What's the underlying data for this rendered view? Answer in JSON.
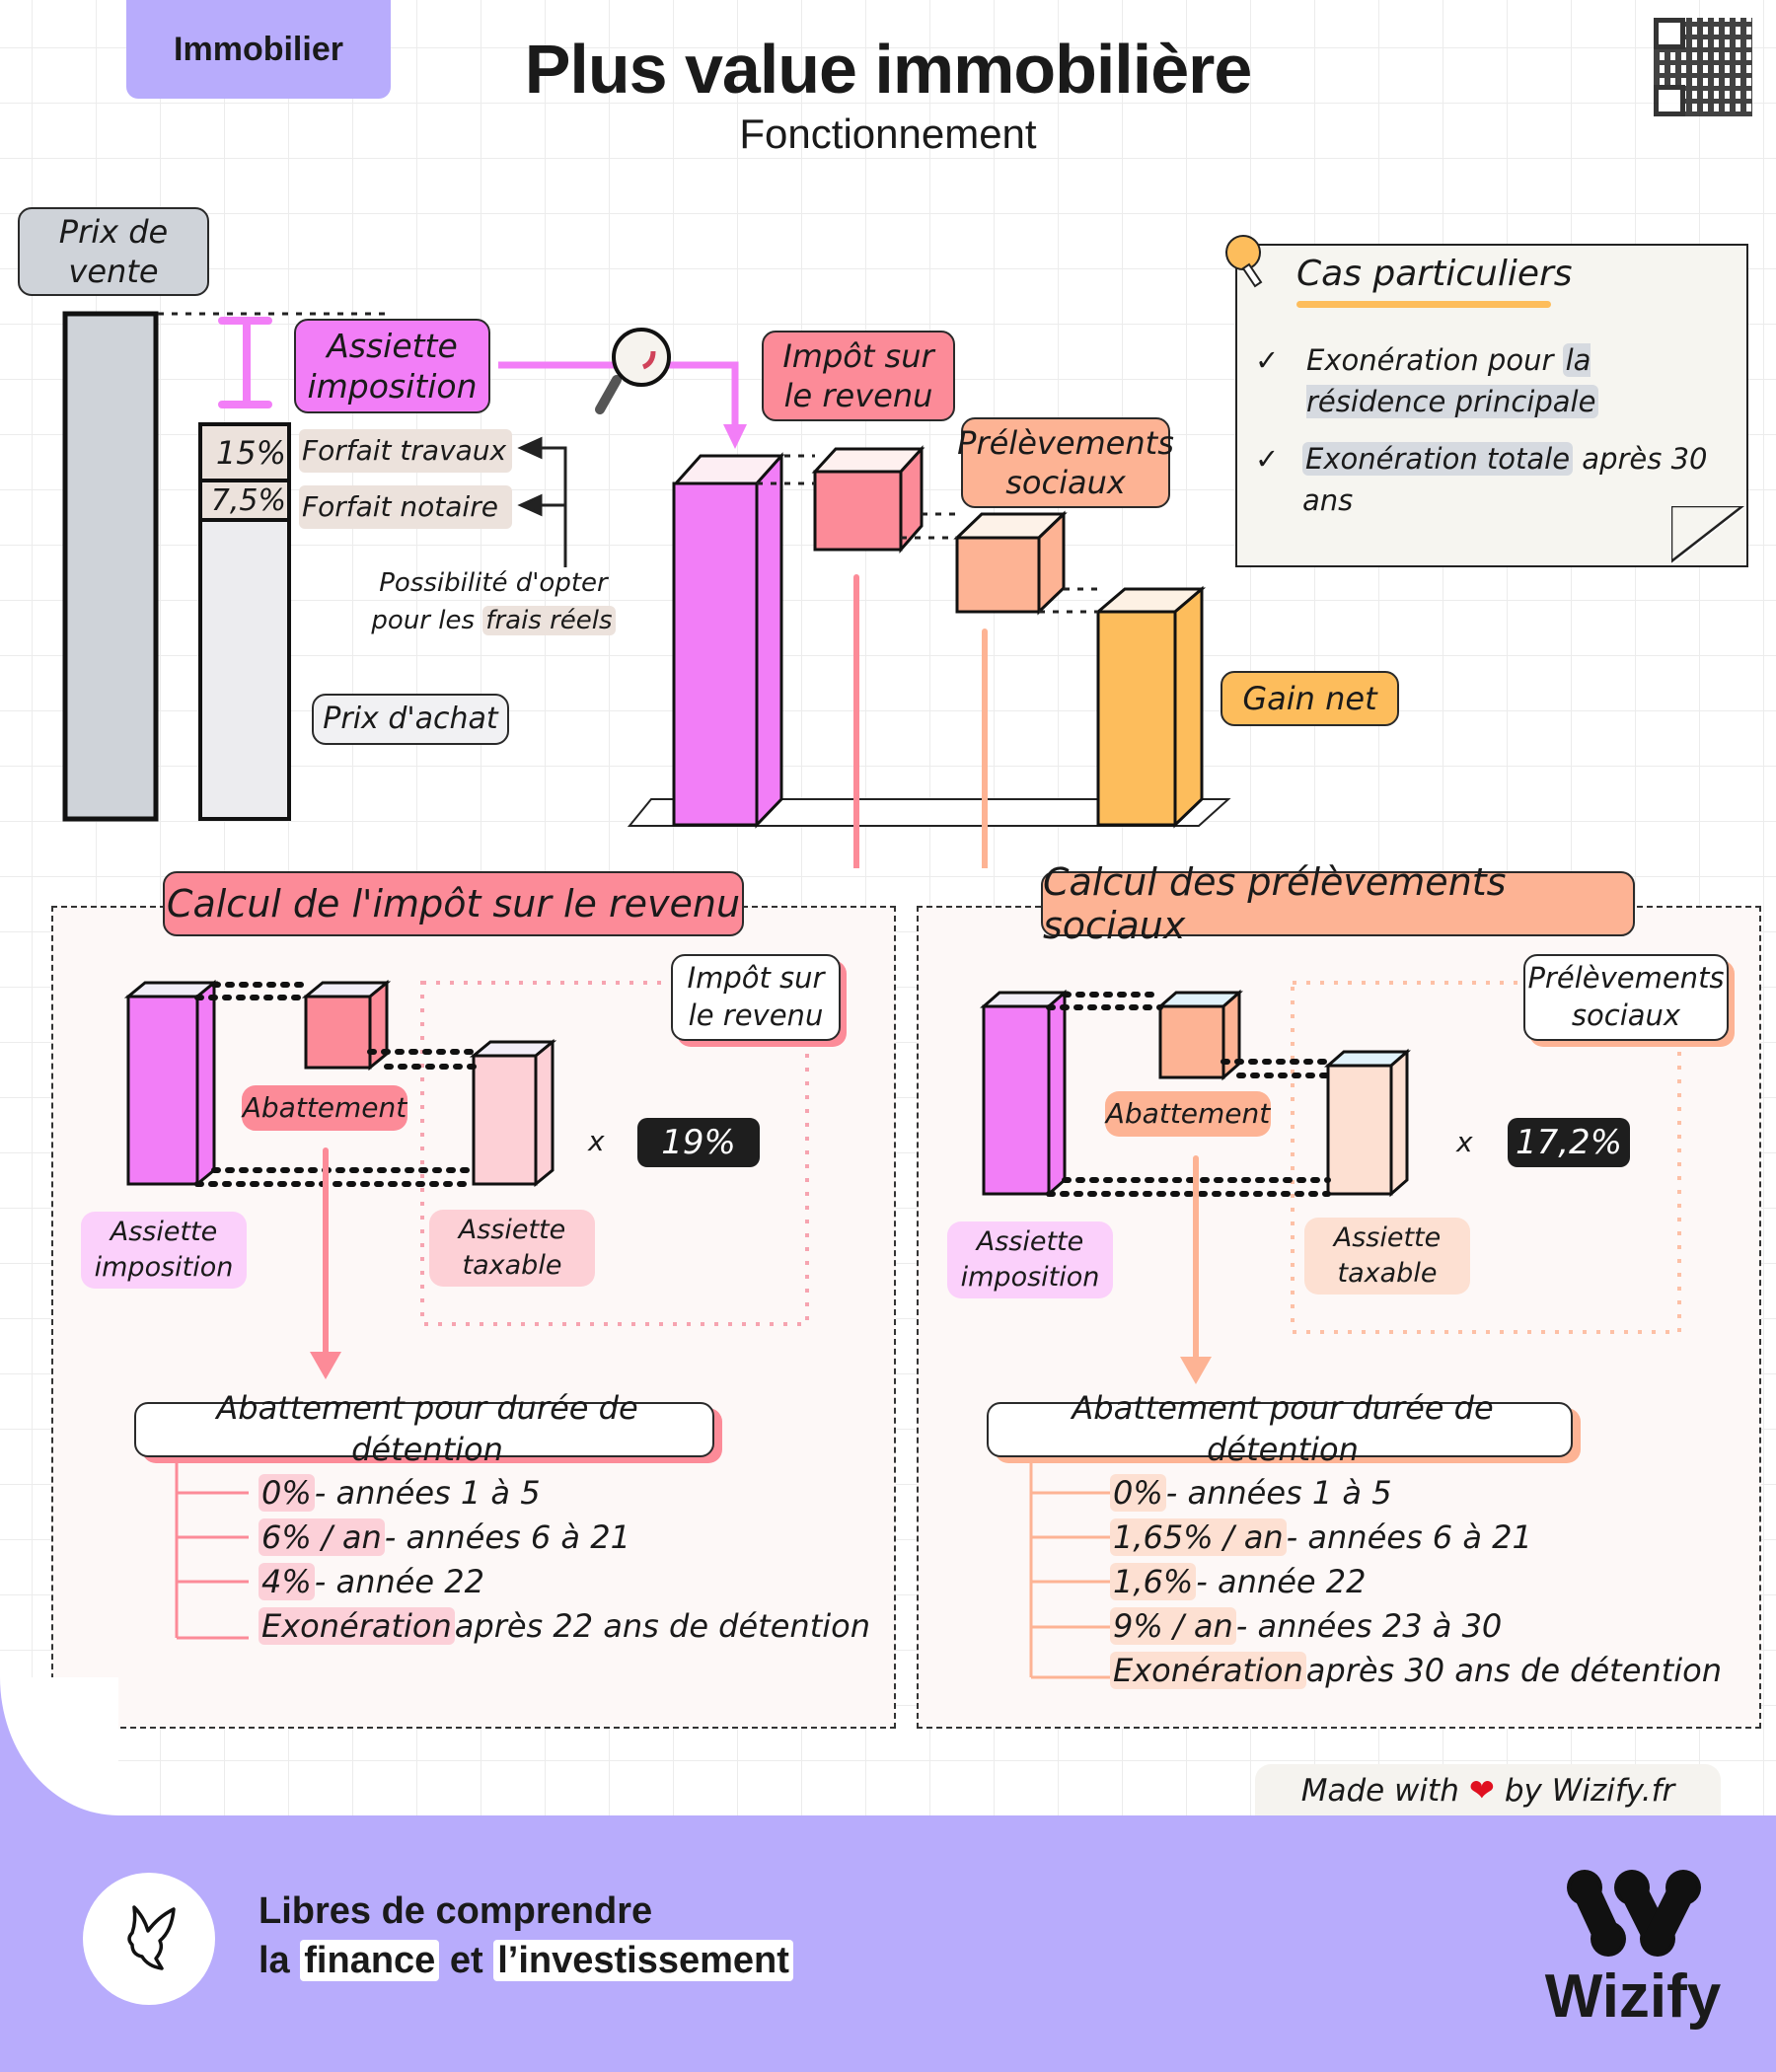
{
  "header": {
    "category": "Immobilier",
    "title": "Plus value immobilière",
    "subtitle": "Fonctionnement"
  },
  "top_diagram": {
    "prix_vente": "Prix de vente",
    "assiette_imposition": "Assiette imposition",
    "forfait_travaux_pct": "15%",
    "forfait_travaux": "Forfait travaux",
    "forfait_notaire_pct": "7,5%",
    "forfait_notaire": "Forfait notaire",
    "frais_reels_1": "Possibilité d'opter",
    "frais_reels_2": "pour les ",
    "frais_reels_3": "frais réels",
    "prix_achat": "Prix d'achat",
    "impot_revenu": "Impôt sur le revenu",
    "prelevements_sociaux": "Prélèvements sociaux",
    "gain_net": "Gain net"
  },
  "cas_particuliers": {
    "title": "Cas particuliers",
    "items": [
      {
        "pre": "Exonération pour ",
        "hl": "la résidence principale",
        "post": ""
      },
      {
        "pre": "",
        "hl": "Exonération totale",
        "post": " après 30 ans"
      }
    ]
  },
  "section_ir": {
    "title": "Calcul de l'impôt sur le revenu",
    "card": "Impôt sur le revenu",
    "abattement": "Abattement",
    "assiette_imposition": "Assiette imposition",
    "assiette_taxable": "Assiette taxable",
    "multiply": "x",
    "rate": "19%",
    "duree_title": "Abattement pour durée de détention",
    "duree_items": [
      {
        "hl": "0%",
        "rest": " - années 1 à 5"
      },
      {
        "hl": "6% / an",
        "rest": " - années 6 à 21"
      },
      {
        "hl": "4%",
        "rest": " - année 22"
      },
      {
        "hl": "Exonération",
        "rest": " après 22 ans de détention"
      }
    ]
  },
  "section_ps": {
    "title": "Calcul des prélèvements sociaux",
    "card": "Prélèvements sociaux",
    "abattement": "Abattement",
    "assiette_imposition": "Assiette imposition",
    "assiette_taxable": "Assiette taxable",
    "multiply": "x",
    "rate": "17,2%",
    "duree_title": "Abattement pour durée de détention",
    "duree_items": [
      {
        "hl": "0%",
        "rest": " - années 1 à 5"
      },
      {
        "hl": "1,65% / an",
        "rest": " - années 6 à 21"
      },
      {
        "hl": "1,6%",
        "rest": " - année 22"
      },
      {
        "hl": "9% / an",
        "rest": " - années 23 à 30"
      },
      {
        "hl": "Exonération",
        "rest": " après 30 ans de détention"
      }
    ]
  },
  "made_with": {
    "pre": "Made with",
    "heart": "❤",
    "post": "by Wizify.fr"
  },
  "footer": {
    "line1": "Libres de comprendre",
    "line2_a": "la",
    "line2_b": "finance",
    "line2_c": "et",
    "line2_d": "l’investissement",
    "brand": "Wizify"
  },
  "colors": {
    "purple": "#b8acfc",
    "magenta": "#f27ef7",
    "pink": "#fc8b98",
    "peach": "#fdb394",
    "orange": "#fdbd5c",
    "grey": "#cfd3d9"
  }
}
